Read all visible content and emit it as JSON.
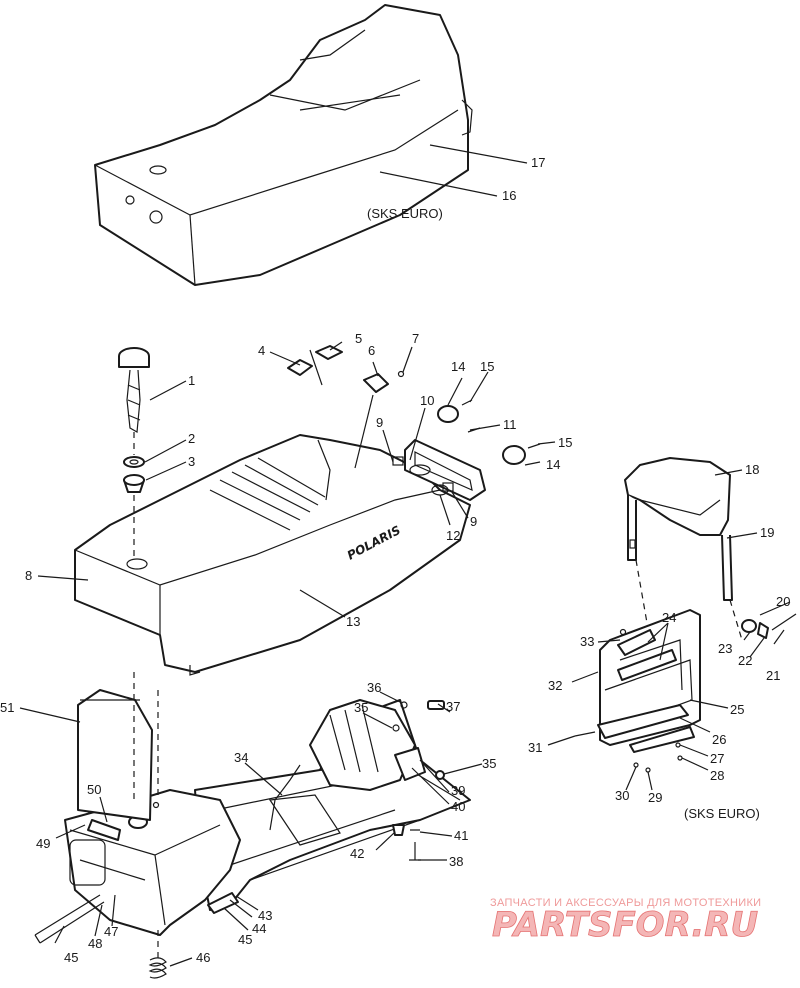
{
  "notes": {
    "sks_euro_top": "(SKS EURO)",
    "sks_euro_right": "(SKS EURO)"
  },
  "logo_text": "POLARIS",
  "watermark": {
    "tagline": "ЗАПЧАСТИ И АКСЕССУАРЫ ДЛЯ МОТОТЕХНИКИ",
    "brand": "PARTSFOR.RU"
  },
  "callouts": {
    "c1": "1",
    "c2": "2",
    "c3": "3",
    "c4": "4",
    "c5": "5",
    "c6": "6",
    "c7": "7",
    "c8": "8",
    "c9a": "9",
    "c9b": "9",
    "c10": "10",
    "c11": "11",
    "c12": "12",
    "c13": "13",
    "c14a": "14",
    "c14b": "14",
    "c15a": "15",
    "c15b": "15",
    "c16": "16",
    "c17": "17",
    "c18": "18",
    "c19": "19",
    "c20": "20",
    "c21": "21",
    "c22": "22",
    "c23": "23",
    "c24": "24",
    "c25": "25",
    "c26": "26",
    "c27": "27",
    "c28": "28",
    "c29": "29",
    "c30": "30",
    "c31": "31",
    "c32": "32",
    "c33": "33",
    "c34": "34",
    "c35a": "35",
    "c35b": "35",
    "c36": "36",
    "c37": "37",
    "c38": "38",
    "c39": "39",
    "c40": "40",
    "c41": "41",
    "c42": "42",
    "c43": "43",
    "c44": "44",
    "c45a": "45",
    "c45b": "45",
    "c46": "46",
    "c47": "47",
    "c48": "48",
    "c49": "49",
    "c50": "50",
    "c51": "51"
  }
}
